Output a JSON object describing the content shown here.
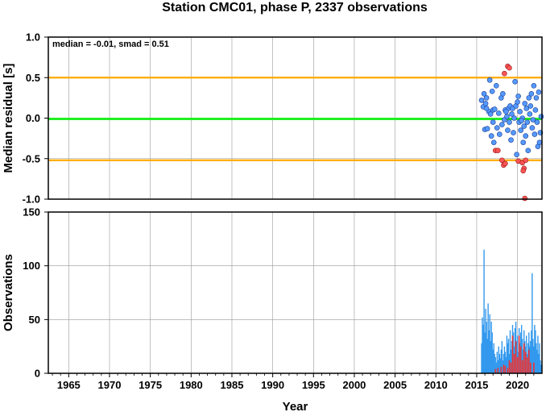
{
  "chart_data": [
    {
      "type": "scatter",
      "title": "Station CMC01, phase P, 2337 observations",
      "xlabel": "",
      "ylabel": "Median residual [s]",
      "xlim": [
        1962.5,
        2023
      ],
      "ylim": [
        -1.0,
        1.0
      ],
      "yticks": [
        "1.0",
        "0.5",
        "0.0",
        "-0.5",
        "-1.0"
      ],
      "grid": true,
      "annotation": "median = -0.01, smad = 0.51",
      "reference_lines": [
        {
          "y": -0.01,
          "color": "#22ee22"
        },
        {
          "y": 0.5,
          "color": "#ffaa00"
        },
        {
          "y": -0.52,
          "color": "#ffaa00"
        }
      ],
      "colors": {
        "inlier": "#5599ff",
        "outlier": "#ff5555"
      },
      "series": [
        {
          "values": [
            [
              2015.6,
              0.22
            ],
            [
              2015.8,
              0.14
            ],
            [
              2015.9,
              0.3
            ],
            [
              2016.0,
              -0.14
            ],
            [
              2016.1,
              0.18
            ],
            [
              2016.2,
              0.25
            ],
            [
              2016.3,
              -0.13
            ],
            [
              2016.5,
              0.08
            ],
            [
              2016.6,
              0.47
            ],
            [
              2016.7,
              0.05
            ],
            [
              2016.8,
              -0.22
            ],
            [
              2016.9,
              0.33
            ],
            [
              2017.0,
              0.1
            ],
            [
              2017.1,
              -0.3
            ],
            [
              2017.2,
              0.11
            ],
            [
              2017.4,
              0.4
            ],
            [
              2017.5,
              -0.12
            ],
            [
              2017.7,
              0.06
            ],
            [
              2017.8,
              -0.2
            ],
            [
              2018.0,
              0.25
            ],
            [
              2018.1,
              -0.08
            ],
            [
              2018.2,
              0.3
            ],
            [
              2018.4,
              -0.02
            ],
            [
              2018.5,
              0.1
            ],
            [
              2018.7,
              0.02
            ],
            [
              2018.8,
              -0.15
            ],
            [
              2018.9,
              0.12
            ],
            [
              2019.0,
              -0.05
            ],
            [
              2019.1,
              0.15
            ],
            [
              2019.2,
              -0.27
            ],
            [
              2019.4,
              0.12
            ],
            [
              2019.5,
              -0.18
            ],
            [
              2019.6,
              0.0
            ],
            [
              2019.7,
              0.45
            ],
            [
              2019.8,
              0.15
            ],
            [
              2019.9,
              -0.45
            ],
            [
              2020.0,
              0.2
            ],
            [
              2020.1,
              0.27
            ],
            [
              2020.2,
              -0.05
            ],
            [
              2020.3,
              0.08
            ],
            [
              2020.4,
              -0.15
            ],
            [
              2020.6,
              0.0
            ],
            [
              2020.7,
              -0.3
            ],
            [
              2020.8,
              -0.1
            ],
            [
              2020.9,
              0.18
            ],
            [
              2021.0,
              -0.22
            ],
            [
              2021.1,
              0.12
            ],
            [
              2021.2,
              -0.05
            ],
            [
              2021.3,
              -0.4
            ],
            [
              2021.4,
              0.25
            ],
            [
              2021.5,
              0.05
            ],
            [
              2021.6,
              0.15
            ],
            [
              2021.7,
              0.3
            ],
            [
              2021.8,
              -0.12
            ],
            [
              2021.9,
              -0.02
            ],
            [
              2022.0,
              0.4
            ],
            [
              2022.1,
              -0.2
            ],
            [
              2022.2,
              0.1
            ],
            [
              2022.3,
              0.25
            ],
            [
              2022.4,
              -0.05
            ],
            [
              2022.5,
              -0.35
            ],
            [
              2022.6,
              0.32
            ],
            [
              2022.7,
              -0.3
            ],
            [
              2022.8,
              -0.18
            ],
            [
              2022.9,
              0.02
            ],
            [
              2016.2,
              0.12
            ],
            [
              2017.0,
              -0.05
            ],
            [
              2018.6,
              0.08
            ],
            [
              2019.3,
              0.05
            ],
            [
              2020.5,
              -0.03
            ]
          ]
        },
        {
          "values": [
            [
              2017.3,
              -0.4
            ],
            [
              2017.6,
              -0.4
            ],
            [
              2018.1,
              -0.52
            ],
            [
              2018.3,
              -0.58
            ],
            [
              2018.5,
              -0.56
            ],
            [
              2018.4,
              0.55
            ],
            [
              2018.8,
              0.64
            ],
            [
              2020.1,
              -0.53
            ],
            [
              2020.6,
              -0.55
            ],
            [
              2020.8,
              -0.62
            ],
            [
              2020.7,
              -0.65
            ],
            [
              2020.9,
              -0.99
            ],
            [
              2021.0,
              -0.52
            ],
            [
              2019.0,
              0.62
            ]
          ]
        }
      ]
    },
    {
      "type": "bar",
      "title": "",
      "xlabel": "Year",
      "ylabel": "Observations",
      "xlim": [
        1962.5,
        2023
      ],
      "ylim": [
        0,
        150
      ],
      "xticks": [
        "1965",
        "1970",
        "1975",
        "1980",
        "1985",
        "1990",
        "1995",
        "2000",
        "2005",
        "2010",
        "2015",
        "2020"
      ],
      "yticks": [
        "150",
        "100",
        "50",
        "0"
      ],
      "grid": true,
      "colors": {
        "total": "#3399ee",
        "outlier": "#ee3333"
      },
      "series": [
        {
          "values": [
            [
              2015.6,
              28
            ],
            [
              2015.7,
              52
            ],
            [
              2015.8,
              45
            ],
            [
              2015.9,
              115
            ],
            [
              2016.0,
              38
            ],
            [
              2016.1,
              60
            ],
            [
              2016.2,
              48
            ],
            [
              2016.3,
              32
            ],
            [
              2016.4,
              65
            ],
            [
              2016.5,
              40
            ],
            [
              2016.6,
              55
            ],
            [
              2016.7,
              30
            ],
            [
              2016.8,
              48
            ],
            [
              2016.9,
              38
            ],
            [
              2017.0,
              22
            ],
            [
              2017.1,
              28
            ],
            [
              2017.2,
              18
            ],
            [
              2017.3,
              15
            ],
            [
              2017.4,
              10
            ],
            [
              2017.5,
              20
            ],
            [
              2017.6,
              12
            ],
            [
              2017.7,
              25
            ],
            [
              2017.8,
              18
            ],
            [
              2017.9,
              14
            ],
            [
              2018.0,
              22
            ],
            [
              2018.1,
              30
            ],
            [
              2018.2,
              12
            ],
            [
              2018.3,
              18
            ],
            [
              2018.4,
              25
            ],
            [
              2018.5,
              20
            ],
            [
              2018.6,
              15
            ],
            [
              2018.7,
              35
            ],
            [
              2018.8,
              28
            ],
            [
              2018.9,
              32
            ],
            [
              2019.0,
              18
            ],
            [
              2019.1,
              40
            ],
            [
              2019.2,
              22
            ],
            [
              2019.3,
              30
            ],
            [
              2019.4,
              45
            ],
            [
              2019.5,
              38
            ],
            [
              2019.6,
              25
            ],
            [
              2019.7,
              42
            ],
            [
              2019.8,
              48
            ],
            [
              2019.9,
              30
            ],
            [
              2020.0,
              35
            ],
            [
              2020.1,
              20
            ],
            [
              2020.2,
              42
            ],
            [
              2020.3,
              28
            ],
            [
              2020.4,
              38
            ],
            [
              2020.5,
              45
            ],
            [
              2020.6,
              32
            ],
            [
              2020.7,
              22
            ],
            [
              2020.8,
              40
            ],
            [
              2020.9,
              30
            ],
            [
              2021.0,
              25
            ],
            [
              2021.1,
              35
            ],
            [
              2021.2,
              18
            ],
            [
              2021.3,
              28
            ],
            [
              2021.4,
              38
            ],
            [
              2021.5,
              25
            ],
            [
              2021.6,
              30
            ],
            [
              2021.7,
              40
            ],
            [
              2021.8,
              93
            ],
            [
              2021.9,
              32
            ],
            [
              2022.0,
              25
            ],
            [
              2022.1,
              45
            ],
            [
              2022.2,
              40
            ],
            [
              2022.3,
              28
            ],
            [
              2022.4,
              22
            ],
            [
              2022.5,
              35
            ],
            [
              2022.6,
              18
            ],
            [
              2022.7,
              28
            ],
            [
              2022.8,
              12
            ],
            [
              2022.9,
              8
            ]
          ]
        },
        {
          "values": [
            [
              2017.3,
              4
            ],
            [
              2017.6,
              5
            ],
            [
              2018.0,
              6
            ],
            [
              2018.3,
              8
            ],
            [
              2018.5,
              7
            ],
            [
              2018.8,
              5
            ],
            [
              2019.0,
              12
            ],
            [
              2019.2,
              10
            ],
            [
              2019.4,
              35
            ],
            [
              2019.6,
              18
            ],
            [
              2019.8,
              30
            ],
            [
              2020.0,
              15
            ],
            [
              2020.2,
              35
            ],
            [
              2020.4,
              25
            ],
            [
              2020.6,
              12
            ],
            [
              2020.8,
              28
            ],
            [
              2021.0,
              20
            ],
            [
              2021.2,
              15
            ],
            [
              2021.4,
              22
            ],
            [
              2021.6,
              10
            ],
            [
              2022.0,
              10
            ]
          ]
        }
      ]
    }
  ]
}
